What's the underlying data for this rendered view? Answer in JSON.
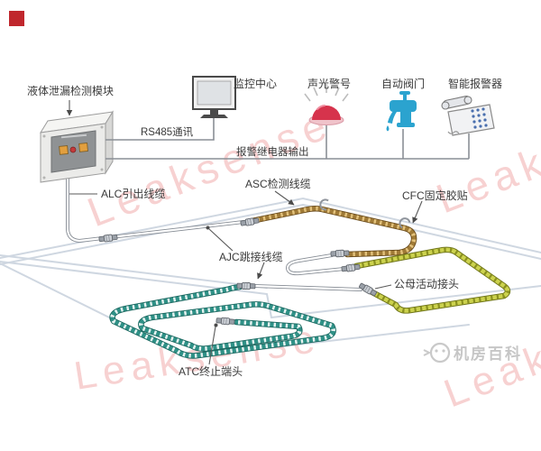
{
  "page": {
    "background": "#ffffff",
    "corner_mark_color": "#c0272d"
  },
  "watermark": {
    "text": "Leaksense",
    "color": "#e25a5a"
  },
  "module": {
    "label": "液体泄漏检测模块"
  },
  "devices": {
    "monitor": {
      "label": "监控中心",
      "icon": "monitor-icon"
    },
    "beacon": {
      "label": "声光警号",
      "icon": "alarm-beacon-icon",
      "color": "#d6334c"
    },
    "valve": {
      "label": "自动阀门",
      "icon": "faucet-icon",
      "color": "#2ba3cf"
    },
    "phone": {
      "label": "智能报警器",
      "icon": "telephone-icon"
    }
  },
  "buses": {
    "rs485_label": "RS485通讯",
    "relay_label": "报警继电器输出"
  },
  "cable_labels": {
    "alc": "ALC引出线缆",
    "asc": "ASC检测线缆",
    "ajc": "AJC跳接线缆",
    "cfc": "CFC固定胶贴",
    "coupler": "公母活动接头",
    "atc": "ATC终止端头"
  },
  "cable_colors": {
    "asc_detect": "#a07a36",
    "asc_detect_2": "#c6cc4a",
    "atc_coil": "#2f9187",
    "lead_cable": "#878d95",
    "floor_line": "#cfd7e1"
  },
  "footer": {
    "brand": "机房百科"
  }
}
